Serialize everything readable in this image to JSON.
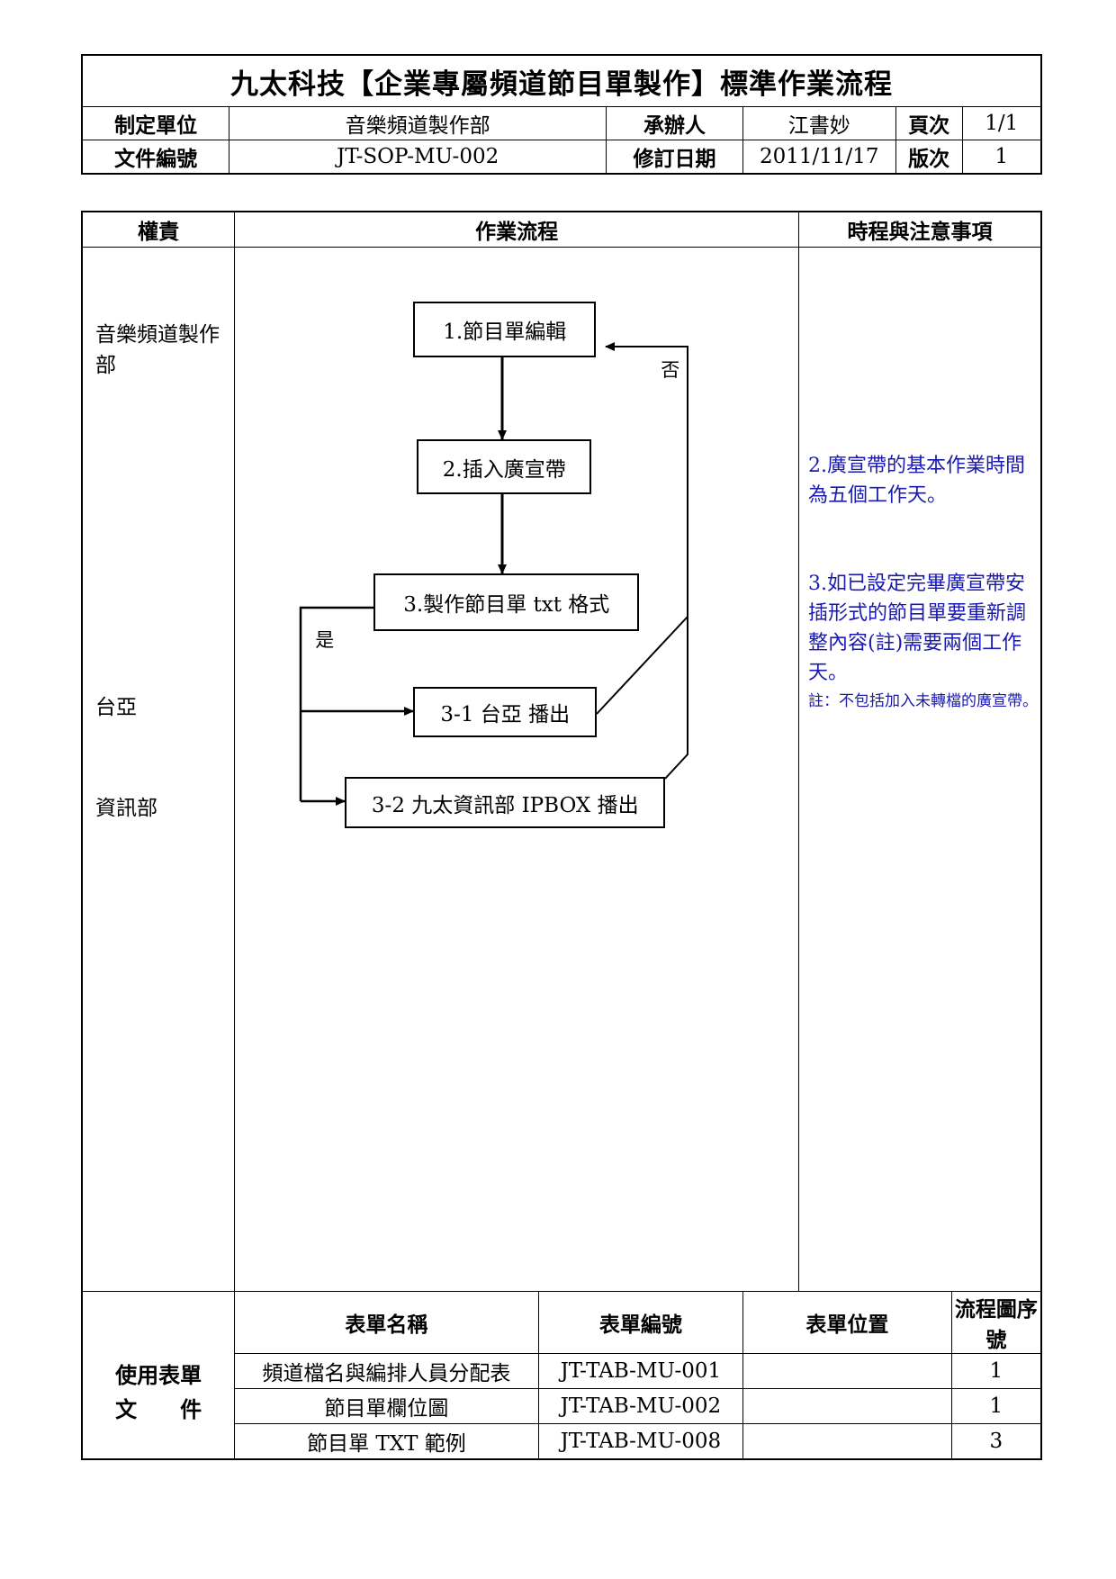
{
  "header": {
    "title": "九太科技【企業專屬頻道節目單製作】標準作業流程",
    "unit_label": "制定單位",
    "unit_value": "音樂頻道製作部",
    "owner_label": "承辦人",
    "owner_value": "江書妙",
    "page_label": "頁次",
    "page_value": "1/1",
    "doc_no_label": "文件編號",
    "doc_no_value": "JT-SOP-MU-002",
    "rev_date_label": "修訂日期",
    "rev_date_value": "2011/11/17",
    "version_label": "版次",
    "version_value": "1"
  },
  "main": {
    "col_role": "權責",
    "col_flow": "作業流程",
    "col_notes": "時程與注意事項"
  },
  "roles": {
    "music": "音樂頻道製作部",
    "taiya": "台亞",
    "it": "資訊部"
  },
  "flow": {
    "step1": "1.節目單編輯",
    "step2": "2.插入廣宣帶",
    "step3": "3.製作節目單 txt 格式",
    "step3_1": "3-1 台亞 播出",
    "step3_2": "3-2 九太資訊部 IPBOX 播出",
    "label_no": "否",
    "label_yes": "是"
  },
  "notes": {
    "note2": "2.廣宣帶的基本作業時間為五個工作天。",
    "note3": "3.如已設定完畢廣宣帶安插形式的節目單要重新調整內容(註)需要兩個工作天。",
    "note3_foot": "註：不包括加入未轉檔的廣宣帶。"
  },
  "forms": {
    "section_label_1": "使用表單",
    "section_label_2": "文　　件",
    "col_name": "表單名稱",
    "col_no": "表單編號",
    "col_location": "表單位置",
    "col_step": "流程圖序號",
    "rows": [
      {
        "name": "頻道檔名與編排人員分配表",
        "no": "JT-TAB-MU-001",
        "location": "",
        "step": "1"
      },
      {
        "name": "節目單欄位圖",
        "no": "JT-TAB-MU-002",
        "location": "",
        "step": "1"
      },
      {
        "name": "節目單 TXT 範例",
        "no": "JT-TAB-MU-008",
        "location": "",
        "step": "3"
      }
    ]
  }
}
